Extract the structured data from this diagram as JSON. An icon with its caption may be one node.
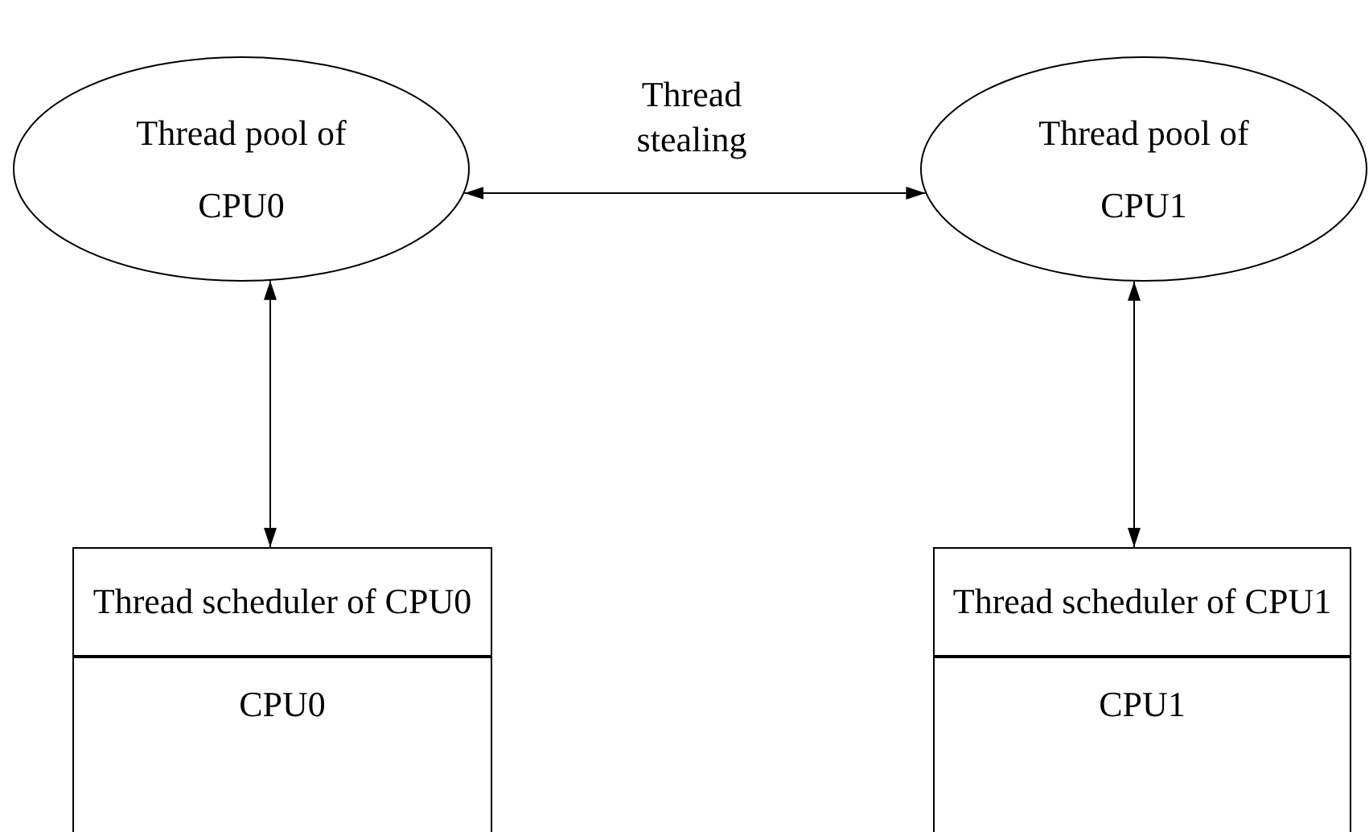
{
  "diagram": {
    "nodes": [
      {
        "text": [
          "Thread pool of CPU0"
        ]
      },
      {
        "text": [
          "Thread pool of CPU1"
        ]
      },
      {
        "text": [
          "Thread scheduler of CPU0"
        ]
      },
      {
        "text": [
          "CPU0"
        ]
      },
      {
        "text": [
          "Thread scheduler of CPU1"
        ]
      },
      {
        "text": [
          "CPU1"
        ]
      }
    ],
    "edges": [
      {
        "from": 0,
        "to": 1,
        "arrow": "both",
        "label": "Thread stealing"
      },
      {
        "from": 0,
        "to": 2,
        "arrow": "both"
      },
      {
        "from": 1,
        "to": 4,
        "arrow": "both"
      }
    ]
  }
}
